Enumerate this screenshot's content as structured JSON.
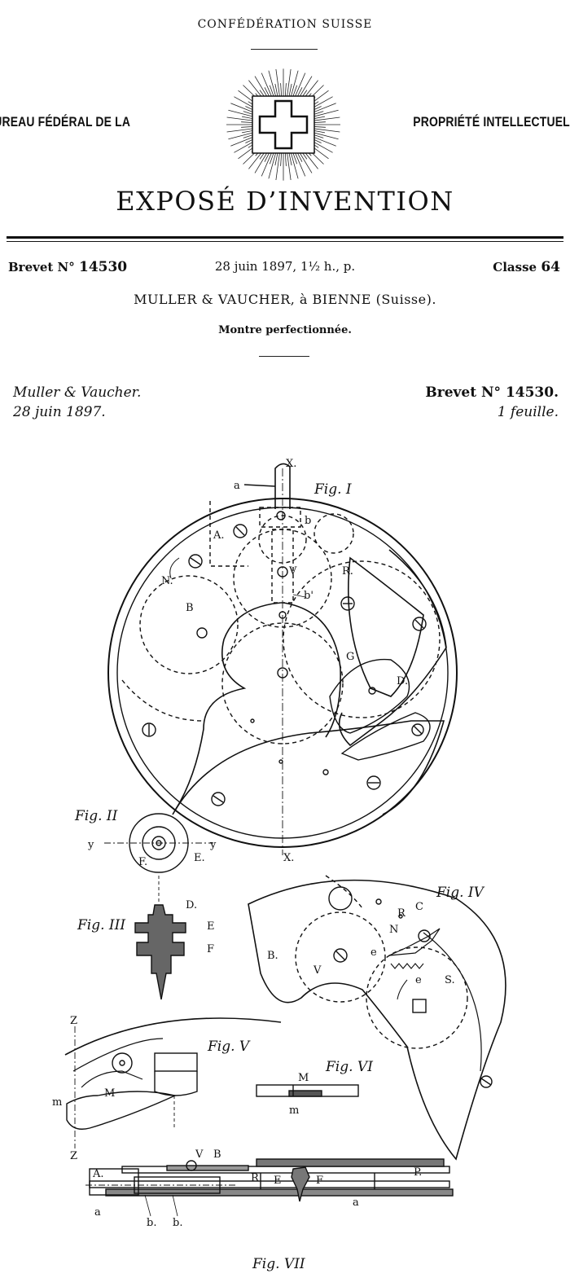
{
  "header": {
    "confederation": "CONFÉDÉRATION SUISSE",
    "bureau_left": "BUREAU FÉDÉRAL DE LA",
    "bureau_right": "PROPRIÉTÉ INTELLECTUELLE",
    "title": "EXPOSÉ D’INVENTION"
  },
  "meta": {
    "brevet_label": "Brevet N°",
    "brevet_number": "14530",
    "date": "28 juin 1897, 1½ h., p.",
    "classe_label": "Classe",
    "classe_number": "64"
  },
  "inventor": "MULLER & VAUCHER, à BIENNE (Suisse).",
  "subject": "Montre perfectionnée.",
  "sheet": {
    "name": "Muller & Vaucher.",
    "date": "28 juin 1897.",
    "brevet": "Brevet N° 14530.",
    "count": "1 feuille."
  },
  "figures": {
    "fig1": "Fig. I",
    "fig2": "Fig. II",
    "fig3": "Fig. III",
    "fig4": "Fig. IV",
    "fig5": "Fig. V",
    "fig6": "Fig. VI",
    "fig7": "Fig. VII"
  },
  "labels": {
    "X": "X.",
    "X2": "X.",
    "a": "a",
    "b": "b",
    "bp": "b'",
    "A": "A.",
    "N": "N.",
    "R": "R.",
    "V": "V",
    "B": "B",
    "G": "G",
    "D": "D.",
    "y1": "y",
    "y2": "y",
    "F": "F.",
    "E": "E.",
    "D3": "D.",
    "E3": "E",
    "F3": "F",
    "B4": "B.",
    "V4": "V",
    "R4": "R",
    "C4": "C",
    "N4": "N",
    "e4a": "e",
    "e4b": "e",
    "S4": "S.",
    "Z1": "Z",
    "Z2": "Z",
    "m5": "m",
    "M5": "M",
    "M6": "M",
    "m6": "m",
    "A7": "A.",
    "V7": "V",
    "B7": "B",
    "R7": "R",
    "E7": "E",
    "F7": "F",
    "a7": "a",
    "P7": "P.",
    "b7a": "b.",
    "b7b": "b."
  }
}
